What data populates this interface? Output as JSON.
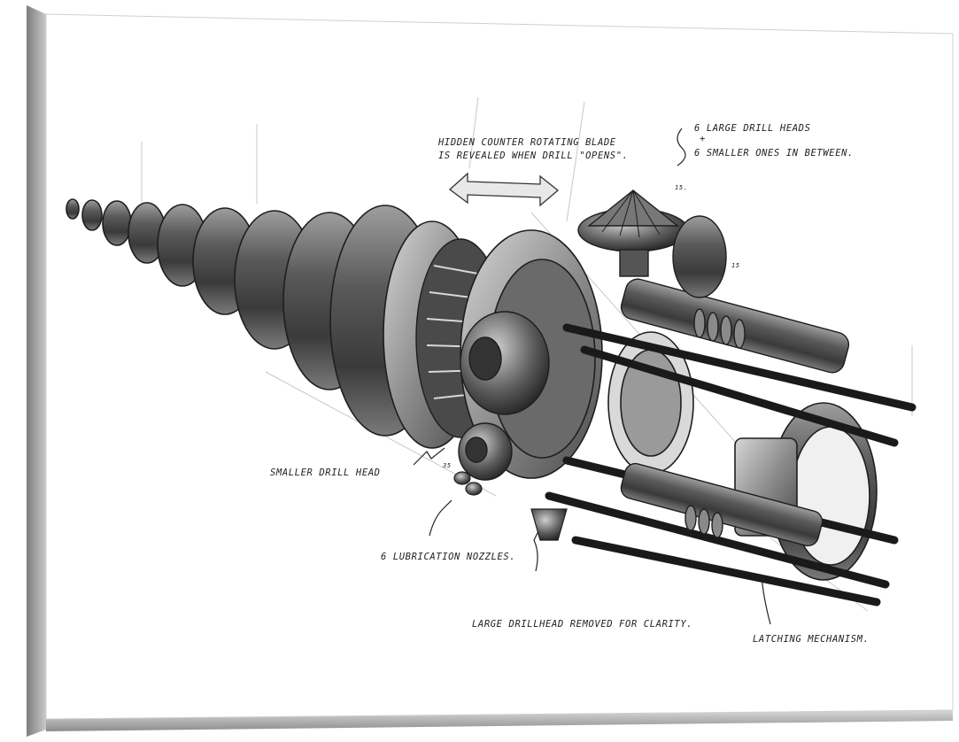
{
  "annotations": {
    "blade_line1": "HIDDEN COUNTER ROTATING BLADE",
    "blade_line2": "IS REVEALED WHEN DRILL \"OPENS\".",
    "heads_line1": "6 LARGE DRILL HEADS",
    "heads_plus": "+",
    "heads_line2": "6 SMALLER ONES IN BETWEEN.",
    "smaller_head": "SMALLER DRILL HEAD",
    "nozzles": "6 LUBRICATION NOZZLES.",
    "removed": "LARGE DRILLHEAD REMOVED FOR CLARITY.",
    "latching": "LATCHING MECHANISM."
  },
  "marks": {
    "mark_15a": "15.",
    "mark_15b": "15",
    "mark_35": "35"
  },
  "colors": {
    "canvas_shadow": "#9a9a9a",
    "paper": "#ffffff",
    "metal_dark": "#2e2e2e",
    "metal_mid": "#6b6b6b",
    "metal_light": "#b5b5b5",
    "ink": "#222222"
  }
}
